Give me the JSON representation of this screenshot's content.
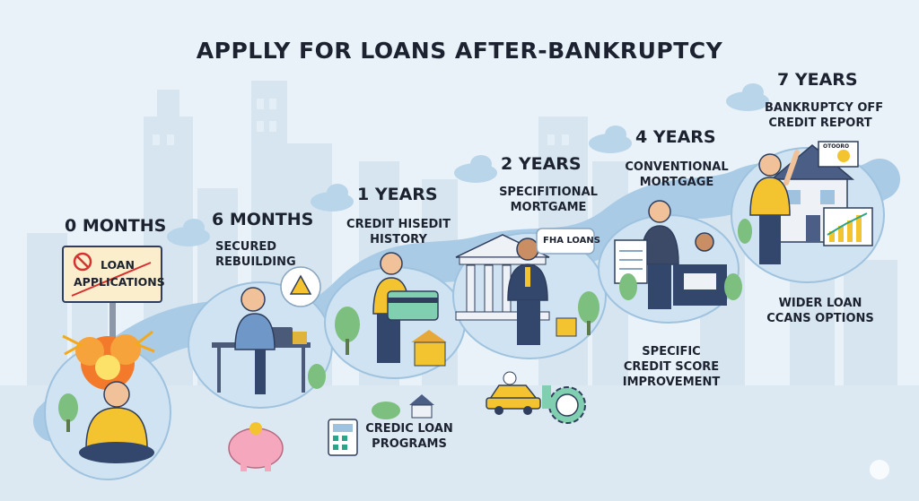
{
  "title": "APPLLY FOR LOANS AFTER-BANKRUPTCY",
  "stages": [
    {
      "period": "0 MONTHS",
      "sign_line1": "LOAN",
      "sign_line2": "APPLICATIONS"
    },
    {
      "period": "6 MONTHS",
      "desc_line1": "SECURED",
      "desc_line2": "REBUILDING"
    },
    {
      "period": "1 YEARS",
      "desc_line1": "CREDIT HISEDIT",
      "desc_line2": "HISTORY"
    },
    {
      "period": "2 YEARS",
      "desc_line1": "SPECIFITIONAL",
      "desc_line2": "MORTGAME",
      "badge": "FHA LOANS"
    },
    {
      "period": "4 YEARS",
      "desc_line1": "CONVENTIONAL",
      "desc_line2": "MORTGAGE"
    },
    {
      "period": "7 YEARS",
      "desc_line1": "BANKRUPTCY OFF",
      "desc_line2": "CREDIT REPORT"
    }
  ],
  "extras": {
    "credit_programs_line1": "CREDIC LOAN",
    "credit_programs_line2": "PROGRAMS",
    "score_line1": "SPECIFIC",
    "score_line2": "CREDIT SCORE",
    "score_line3": "IMPROVEMENT",
    "wider_line1": "WIDER LOAN",
    "wider_line2": "CCANS OPTIONS",
    "house_sign": "OTOORO"
  },
  "colors": {
    "background": "#e9f2f8",
    "path_blue": "#a9cbe6",
    "bubble_fill": "#cfe3f2",
    "skyline": "#d3e3ef",
    "accent_yellow": "#f4c430",
    "navy": "#2f3e5c"
  },
  "icons": [
    "warning-sign-icon",
    "explosion-icon",
    "piggy-bank-icon",
    "credit-card-icon",
    "bank-building-icon",
    "house-icon",
    "car-icon",
    "gear-dollar-icon",
    "cloud-icon",
    "tree-icon",
    "chart-icon",
    "calculator-icon"
  ]
}
